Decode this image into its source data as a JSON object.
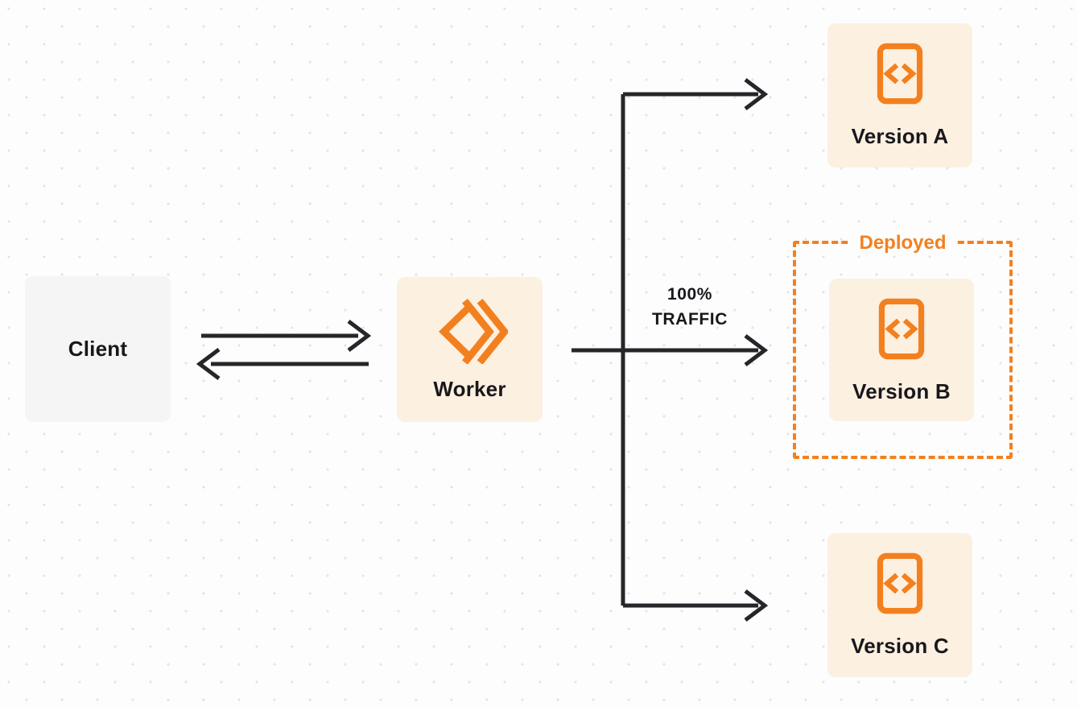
{
  "colors": {
    "page_bg": "#fdfdfd",
    "dot": "#e4e4e6",
    "accent": "#f3801f",
    "cream": "#fcf0e1",
    "client_bg": "#f5f5f6",
    "line": "#26262a",
    "text": "#18181c"
  },
  "nodes": {
    "client": {
      "label": "Client"
    },
    "worker": {
      "label": "Worker",
      "icon": "cloudflare-workers-logo"
    },
    "version_a": {
      "label": "Version A",
      "icon": "code-file"
    },
    "version_b": {
      "label": "Version B",
      "icon": "code-file"
    },
    "version_c": {
      "label": "Version C",
      "icon": "code-file"
    }
  },
  "labels": {
    "deployed": "Deployed",
    "traffic_line1": "100%",
    "traffic_line2": "TRAFFIC"
  },
  "edges": [
    {
      "from": "client",
      "to": "worker",
      "bidirectional": true
    },
    {
      "from": "worker",
      "to": "version_a"
    },
    {
      "from": "worker",
      "to": "version_b",
      "label": "100% TRAFFIC"
    },
    {
      "from": "worker",
      "to": "version_c"
    }
  ]
}
